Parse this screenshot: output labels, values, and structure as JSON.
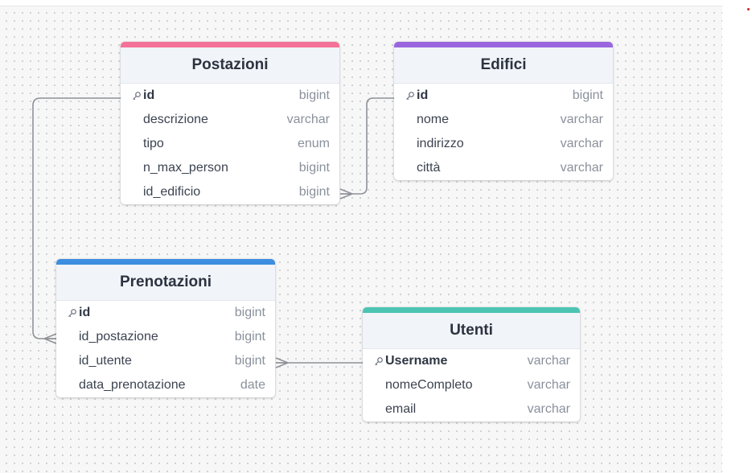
{
  "colors": {
    "postazioni": "#f47297",
    "edifici": "#9a66e0",
    "prenotazioni": "#3c8ee0",
    "utenti": "#4cc4b4",
    "edge": "#8e9298"
  },
  "icons": {
    "primary_key": "key-icon"
  },
  "tables": {
    "postazioni": {
      "title": "Postazioni",
      "fields": [
        {
          "name": "id",
          "type": "bigint",
          "pk": true
        },
        {
          "name": "descrizione",
          "type": "varchar"
        },
        {
          "name": "tipo",
          "type": "enum"
        },
        {
          "name": "n_max_person",
          "type": "bigint"
        },
        {
          "name": "id_edificio",
          "type": "bigint"
        }
      ]
    },
    "edifici": {
      "title": "Edifici",
      "fields": [
        {
          "name": "id",
          "type": "bigint",
          "pk": true
        },
        {
          "name": "nome",
          "type": "varchar"
        },
        {
          "name": "indirizzo",
          "type": "varchar"
        },
        {
          "name": "città",
          "type": "varchar"
        }
      ]
    },
    "prenotazioni": {
      "title": "Prenotazioni",
      "fields": [
        {
          "name": "id",
          "type": "bigint",
          "pk": true
        },
        {
          "name": "id_postazione",
          "type": "bigint"
        },
        {
          "name": "id_utente",
          "type": "bigint"
        },
        {
          "name": "data_prenotazione",
          "type": "date"
        }
      ]
    },
    "utenti": {
      "title": "Utenti",
      "fields": [
        {
          "name": "Username",
          "type": "varchar",
          "pk": true
        },
        {
          "name": "nomeCompleto",
          "type": "varchar"
        },
        {
          "name": "email",
          "type": "varchar"
        }
      ]
    }
  },
  "relationships": [
    {
      "from": "postazioni.id_edificio",
      "to": "edifici.id",
      "cardinality": "many-to-one"
    },
    {
      "from": "prenotazioni.id_postazione",
      "to": "postazioni.id",
      "cardinality": "many-to-one"
    },
    {
      "from": "prenotazioni.id_utente",
      "to": "utenti.Username",
      "cardinality": "many-to-one"
    }
  ]
}
